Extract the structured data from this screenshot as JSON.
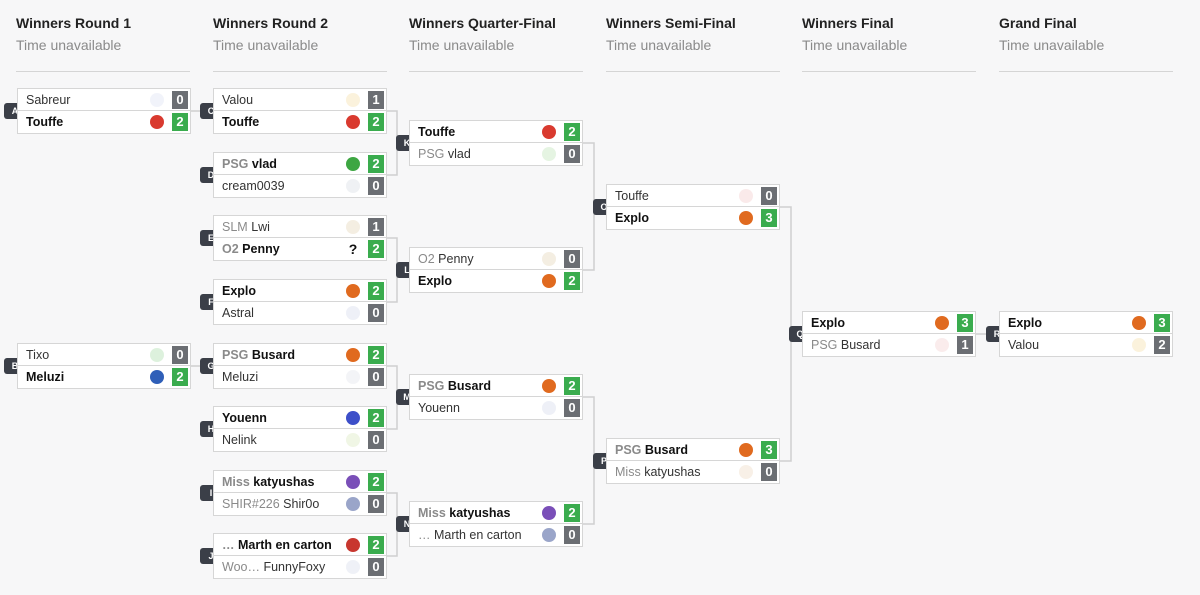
{
  "rounds": [
    {
      "title": "Winners Round 1",
      "time": "Time unavailable"
    },
    {
      "title": "Winners Round 2",
      "time": "Time unavailable"
    },
    {
      "title": "Winners Quarter-Final",
      "time": "Time unavailable"
    },
    {
      "title": "Winners Semi-Final",
      "time": "Time unavailable"
    },
    {
      "title": "Winners Final",
      "time": "Time unavailable"
    },
    {
      "title": "Grand Final",
      "time": "Time unavailable"
    }
  ],
  "matches": [
    {
      "id": "A",
      "players": [
        {
          "prefix": "",
          "name": "Sabreur",
          "score": "0",
          "win": false,
          "char": "kirby-icon",
          "color": "#cfd6f0"
        },
        {
          "prefix": "",
          "name": "Touffe",
          "score": "2",
          "win": true,
          "char": "mario-icon",
          "color": "#d93a2f"
        }
      ]
    },
    {
      "id": "B",
      "players": [
        {
          "prefix": "",
          "name": "Tixo",
          "score": "0",
          "win": false,
          "char": "yoshi-icon",
          "color": "#8fd18f"
        },
        {
          "prefix": "",
          "name": "Meluzi",
          "score": "2",
          "win": true,
          "char": "marth-icon",
          "color": "#2f5fb8"
        }
      ]
    },
    {
      "id": "C",
      "players": [
        {
          "prefix": "",
          "name": "Valou",
          "score": "1",
          "win": false,
          "char": "peach-icon",
          "color": "#f2d38a"
        },
        {
          "prefix": "",
          "name": "Touffe",
          "score": "2",
          "win": true,
          "char": "mario-icon",
          "color": "#d93a2f"
        }
      ]
    },
    {
      "id": "D",
      "players": [
        {
          "prefix": "PSG",
          "name": "vlad",
          "score": "2",
          "win": true,
          "char": "luigi-icon",
          "color": "#3da642"
        },
        {
          "prefix": "",
          "name": "cream0039",
          "score": "0",
          "win": false,
          "char": "ghost-icon",
          "color": "#c9cfd9"
        }
      ]
    },
    {
      "id": "E",
      "players": [
        {
          "prefix": "SLM",
          "name": "Lwi",
          "score": "1",
          "win": false,
          "char": "ice-climbers-icon",
          "color": "#d9c6a0"
        },
        {
          "prefix": "O2",
          "name": "Penny",
          "score": "2",
          "win": true,
          "char": "unknown-icon",
          "color": "#111111"
        }
      ]
    },
    {
      "id": "F",
      "players": [
        {
          "prefix": "",
          "name": "Explo",
          "score": "2",
          "win": true,
          "char": "fox-icon",
          "color": "#e06a1f"
        },
        {
          "prefix": "",
          "name": "Astral",
          "score": "0",
          "win": false,
          "char": "falco-icon",
          "color": "#c6cde6"
        }
      ]
    },
    {
      "id": "G",
      "players": [
        {
          "prefix": "PSG",
          "name": "Busard",
          "score": "2",
          "win": true,
          "char": "fox-icon",
          "color": "#e06a1f"
        },
        {
          "prefix": "",
          "name": "Meluzi",
          "score": "0",
          "win": false,
          "char": "marth-icon",
          "color": "#d8dbe6"
        }
      ]
    },
    {
      "id": "H",
      "players": [
        {
          "prefix": "",
          "name": "Youenn",
          "score": "2",
          "win": true,
          "char": "falco-icon",
          "color": "#3d4fc9"
        },
        {
          "prefix": "",
          "name": "Nelink",
          "score": "0",
          "win": false,
          "char": "link-icon",
          "color": "#cde0a8"
        }
      ]
    },
    {
      "id": "I",
      "players": [
        {
          "prefix": "Miss",
          "name": "katyushas",
          "score": "2",
          "win": true,
          "char": "jigglypuff-icon",
          "color": "#7a4fb8"
        },
        {
          "prefix": "SHIR#226",
          "name": "Shir0o",
          "score": "0",
          "win": false,
          "char": "sheik-icon",
          "color": "#9aa5c9"
        }
      ]
    },
    {
      "id": "J",
      "players": [
        {
          "prefix": "…",
          "name": "Marth en carton",
          "score": "2",
          "win": true,
          "char": "roy-icon",
          "color": "#c8372f"
        },
        {
          "prefix": "Woo…",
          "name": "FunnyFoxy",
          "score": "0",
          "win": false,
          "char": "fox-icon",
          "color": "#cbd1e3"
        }
      ]
    },
    {
      "id": "K",
      "players": [
        {
          "prefix": "",
          "name": "Touffe",
          "score": "2",
          "win": true,
          "char": "mario-icon",
          "color": "#d93a2f"
        },
        {
          "prefix": "PSG",
          "name": "vlad",
          "score": "0",
          "win": false,
          "char": "luigi-icon",
          "color": "#a8dba0"
        }
      ]
    },
    {
      "id": "L",
      "players": [
        {
          "prefix": "O2",
          "name": "Penny",
          "score": "0",
          "win": false,
          "char": "ice-climbers-icon",
          "color": "#d9c6a0"
        },
        {
          "prefix": "",
          "name": "Explo",
          "score": "2",
          "win": true,
          "char": "fox-icon",
          "color": "#e06a1f"
        }
      ]
    },
    {
      "id": "M",
      "players": [
        {
          "prefix": "PSG",
          "name": "Busard",
          "score": "2",
          "win": true,
          "char": "fox-icon",
          "color": "#e06a1f"
        },
        {
          "prefix": "",
          "name": "Youenn",
          "score": "0",
          "win": false,
          "char": "falco-icon",
          "color": "#c6cde6"
        }
      ]
    },
    {
      "id": "N",
      "players": [
        {
          "prefix": "Miss",
          "name": "katyushas",
          "score": "2",
          "win": true,
          "char": "jigglypuff-icon",
          "color": "#7a4fb8"
        },
        {
          "prefix": "…",
          "name": "Marth en carton",
          "score": "0",
          "win": false,
          "char": "sheik-icon",
          "color": "#9aa5c9"
        }
      ]
    },
    {
      "id": "O",
      "players": [
        {
          "prefix": "",
          "name": "Touffe",
          "score": "0",
          "win": false,
          "char": "mario-icon",
          "color": "#f0b8b8"
        },
        {
          "prefix": "",
          "name": "Explo",
          "score": "3",
          "win": true,
          "char": "fox-icon",
          "color": "#e06a1f"
        }
      ]
    },
    {
      "id": "P",
      "players": [
        {
          "prefix": "PSG",
          "name": "Busard",
          "score": "3",
          "win": true,
          "char": "fox-icon",
          "color": "#e06a1f"
        },
        {
          "prefix": "Miss",
          "name": "katyushas",
          "score": "0",
          "win": false,
          "char": "jigglypuff-icon",
          "color": "#e8cdb0"
        }
      ]
    },
    {
      "id": "Q",
      "players": [
        {
          "prefix": "",
          "name": "Explo",
          "score": "3",
          "win": true,
          "char": "fox-icon",
          "color": "#e06a1f"
        },
        {
          "prefix": "PSG",
          "name": "Busard",
          "score": "1",
          "win": false,
          "char": "fox-icon",
          "color": "#f0c0c0"
        }
      ]
    },
    {
      "id": "R",
      "players": [
        {
          "prefix": "",
          "name": "Explo",
          "score": "3",
          "win": true,
          "char": "fox-icon",
          "color": "#e06a1f"
        },
        {
          "prefix": "",
          "name": "Valou",
          "score": "2",
          "win": false,
          "char": "peach-icon",
          "color": "#f2d38a"
        }
      ]
    }
  ]
}
